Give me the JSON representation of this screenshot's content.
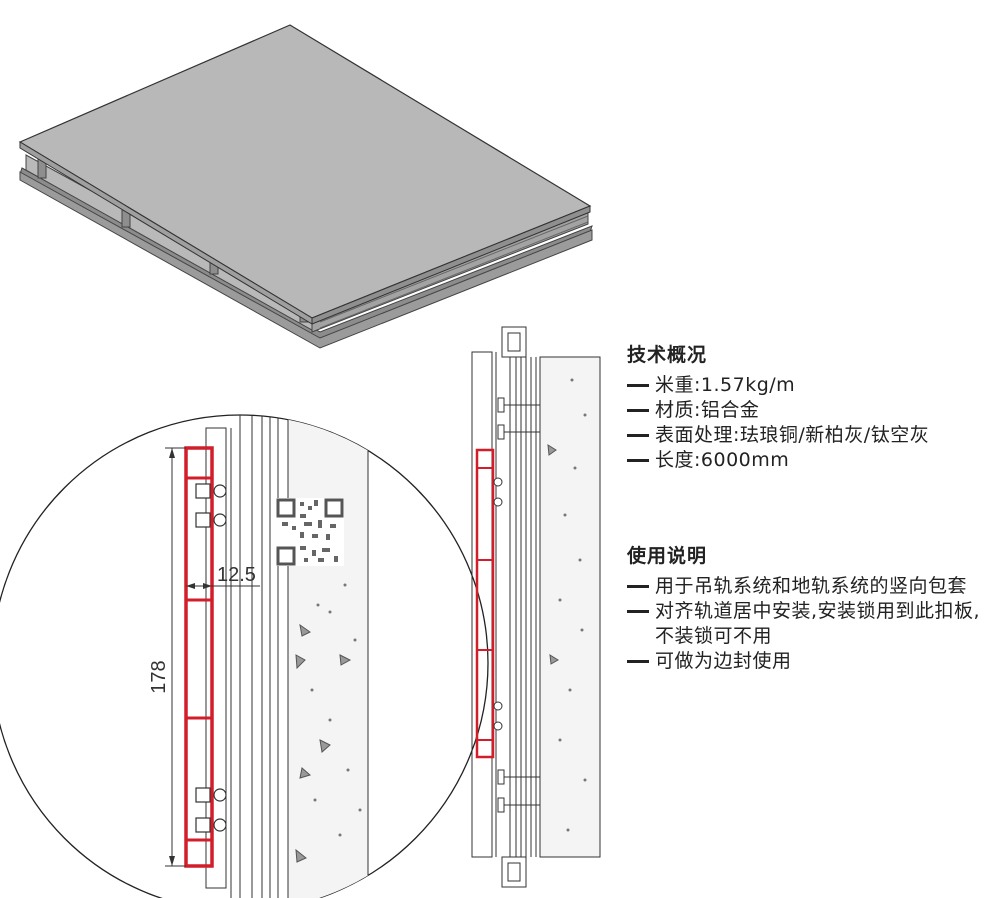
{
  "diagram": {
    "dimension_height": "178",
    "dimension_width": "12.5"
  },
  "specs": {
    "title": "技术概况",
    "items": [
      "米重:1.57kg/m",
      "材质:铝合金",
      "表面处理:珐琅铜/新柏灰/钛空灰",
      "长度:6000mm"
    ]
  },
  "usage": {
    "title": "使用说明",
    "items": [
      "用于吊轨系统和地轨系统的竖向包套",
      "对齐轨道居中安装,安装锁用到此扣板,不装锁可不用",
      "可做为边封使用"
    ]
  },
  "colors": {
    "profile_red": "#d21e2a",
    "panel_gray": "#a9a9a9",
    "outline": "#333333"
  },
  "icons": [
    "qr-code",
    "screw"
  ]
}
